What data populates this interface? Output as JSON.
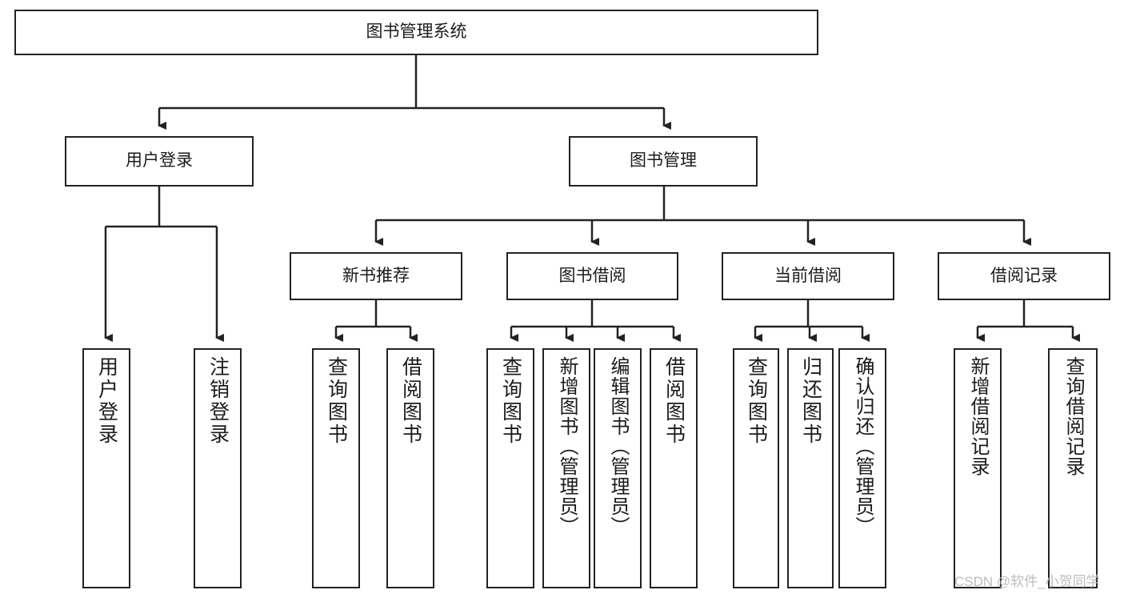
{
  "diagram": {
    "title": "图书管理系统",
    "type": "tree-hierarchy",
    "root": {
      "label": "图书管理系统"
    },
    "level2": [
      {
        "label": "用户登录"
      },
      {
        "label": "图书管理"
      }
    ],
    "level3": [
      {
        "label": "新书推荐"
      },
      {
        "label": "图书借阅"
      },
      {
        "label": "当前借阅"
      },
      {
        "label": "借阅记录"
      }
    ],
    "leaves": {
      "user_login": [
        {
          "label": "用户登录"
        },
        {
          "label": "注销登录"
        }
      ],
      "new_book_recommend": [
        {
          "label": "查询图书"
        },
        {
          "label": "借阅图书"
        }
      ],
      "book_borrow": [
        {
          "label": "查询图书"
        },
        {
          "label": "新增图书（管理员）"
        },
        {
          "label": "编辑图书（管理员）"
        },
        {
          "label": "借阅图书"
        }
      ],
      "current_borrow": [
        {
          "label": "查询图书"
        },
        {
          "label": "归还图书"
        },
        {
          "label": "确认归还（管理员）"
        }
      ],
      "borrow_record": [
        {
          "label": "新增借阅记录"
        },
        {
          "label": "查询借阅记录"
        }
      ]
    }
  },
  "watermark": {
    "text": "CSDN @软件_小贺同学"
  },
  "colors": {
    "stroke": "#232323",
    "fill": "#ffffff",
    "text": "#1b1b1b",
    "watermark": "#bcbcbc"
  }
}
